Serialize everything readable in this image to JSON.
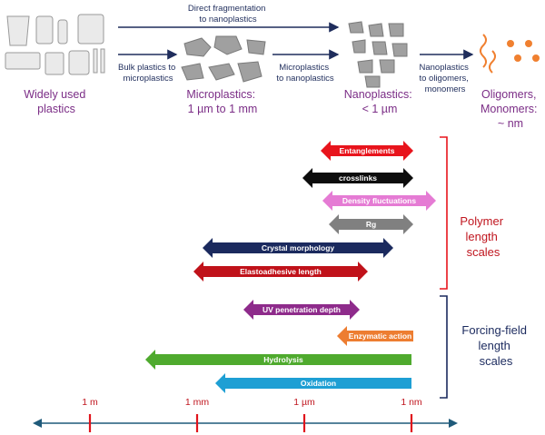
{
  "top_flow": {
    "stages": [
      {
        "id": "plastics",
        "lines": [
          "Widely used",
          "plastics"
        ]
      },
      {
        "id": "micro",
        "lines": [
          "Microplastics:",
          "1 µm to 1 mm"
        ]
      },
      {
        "id": "nano",
        "lines": [
          "Nanoplastics:",
          "< 1 µm"
        ]
      },
      {
        "id": "oligo",
        "lines": [
          "Oligomers,",
          "Monomers:",
          "~ nm"
        ]
      }
    ],
    "arrows": [
      {
        "id": "direct",
        "lines": [
          "Direct fragmentation",
          "to nanoplastics"
        ]
      },
      {
        "id": "bulk",
        "lines": [
          "Bulk plastics to",
          "microplastics"
        ]
      },
      {
        "id": "micro-nano",
        "lines": [
          "Microplastics",
          "to nanoplastics"
        ]
      },
      {
        "id": "nano-oligo",
        "lines": [
          "Nanoplastics",
          "to oligomers,",
          "monomers"
        ]
      }
    ],
    "colors": {
      "stage_text": "#7b2d86",
      "flow_text": "#1f2d5c",
      "oligomer": "#f08030",
      "particle": "#a0a0a0"
    }
  },
  "bars": [
    {
      "label": "Entanglements",
      "color": "#e8141c",
      "group": "polymer",
      "double": true
    },
    {
      "label": "crosslinks",
      "color": "#0d0d0d",
      "group": "polymer",
      "double": true
    },
    {
      "label": "Density fluctuations",
      "color": "#e57bd4",
      "group": "polymer",
      "double": true
    },
    {
      "label": "Rg",
      "color": "#808080",
      "group": "polymer",
      "double": true
    },
    {
      "label": "Crystal morphology",
      "color": "#1b2a5e",
      "group": "polymer",
      "double": true
    },
    {
      "label": "Elastoadhesive length",
      "color": "#c0121a",
      "group": "polymer",
      "double": true
    },
    {
      "label": "UV penetration depth",
      "color": "#8e2b8b",
      "group": "forcing",
      "double": true
    },
    {
      "label": "Enzymatic action",
      "color": "#ed7d31",
      "group": "forcing",
      "double": false
    },
    {
      "label": "Hydrolysis",
      "color": "#4faa2e",
      "group": "forcing",
      "double": false
    },
    {
      "label": "Oxidation",
      "color": "#1e9fd4",
      "group": "forcing",
      "double": false
    }
  ],
  "brackets": [
    {
      "id": "polymer",
      "lines": [
        "Polymer",
        "length",
        "scales"
      ],
      "color": "#e8141c",
      "text_color": "#c0161f"
    },
    {
      "id": "forcing",
      "lines": [
        "Forcing-field",
        "length",
        "scales"
      ],
      "color": "#1b2a5e",
      "text_color": "#1b2a5e"
    }
  ],
  "axis": {
    "ticks": [
      "1 m",
      "1 mm",
      "1 µm",
      "1 nm"
    ],
    "line_color": "#1f5a7a",
    "tick_color": "#e0141c"
  }
}
